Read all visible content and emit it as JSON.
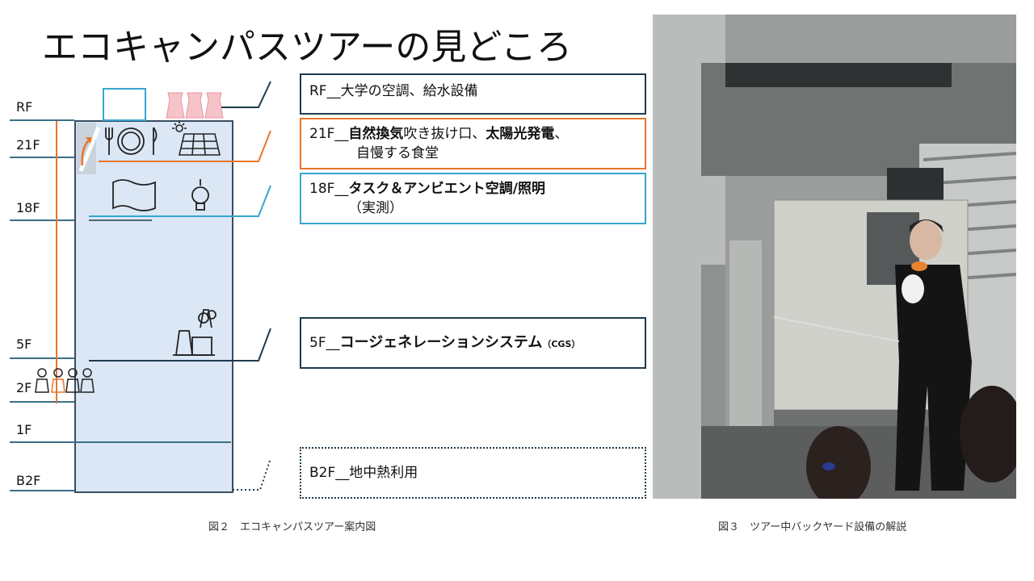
{
  "title": "エコキャンパスツアーの見どころ",
  "floors": [
    "RF",
    "21F",
    "18F",
    "5F",
    "2F",
    "1F",
    "B2F"
  ],
  "boxes": {
    "rf": {
      "prefix": "RF__",
      "text": "大学の空調、給水設備"
    },
    "f21": {
      "prefix": "21F__",
      "b1": "自然換気",
      "t1": "吹き抜け口、",
      "b2": "太陽光発電",
      "t2": "、",
      "line2": "自慢する食堂"
    },
    "f18": {
      "prefix": "18F__",
      "b1": "タスク＆アンビエント空調/照明",
      "line2": "（実測）"
    },
    "f5": {
      "prefix": "5F__",
      "b1": "コージェネレーションシステム",
      "small": "（CGS）"
    },
    "b2": {
      "prefix": "B2F__",
      "text": "地中熱利用"
    }
  },
  "captions": {
    "fig2": "図２　エコキャンパスツアー案内図",
    "fig3": "図３　ツアー中バックヤード設備の解説"
  },
  "colors": {
    "orange": "#e8762b",
    "cyan": "#35a6cf",
    "navy": "#1f3b4d",
    "building": "#dbe7f5"
  }
}
